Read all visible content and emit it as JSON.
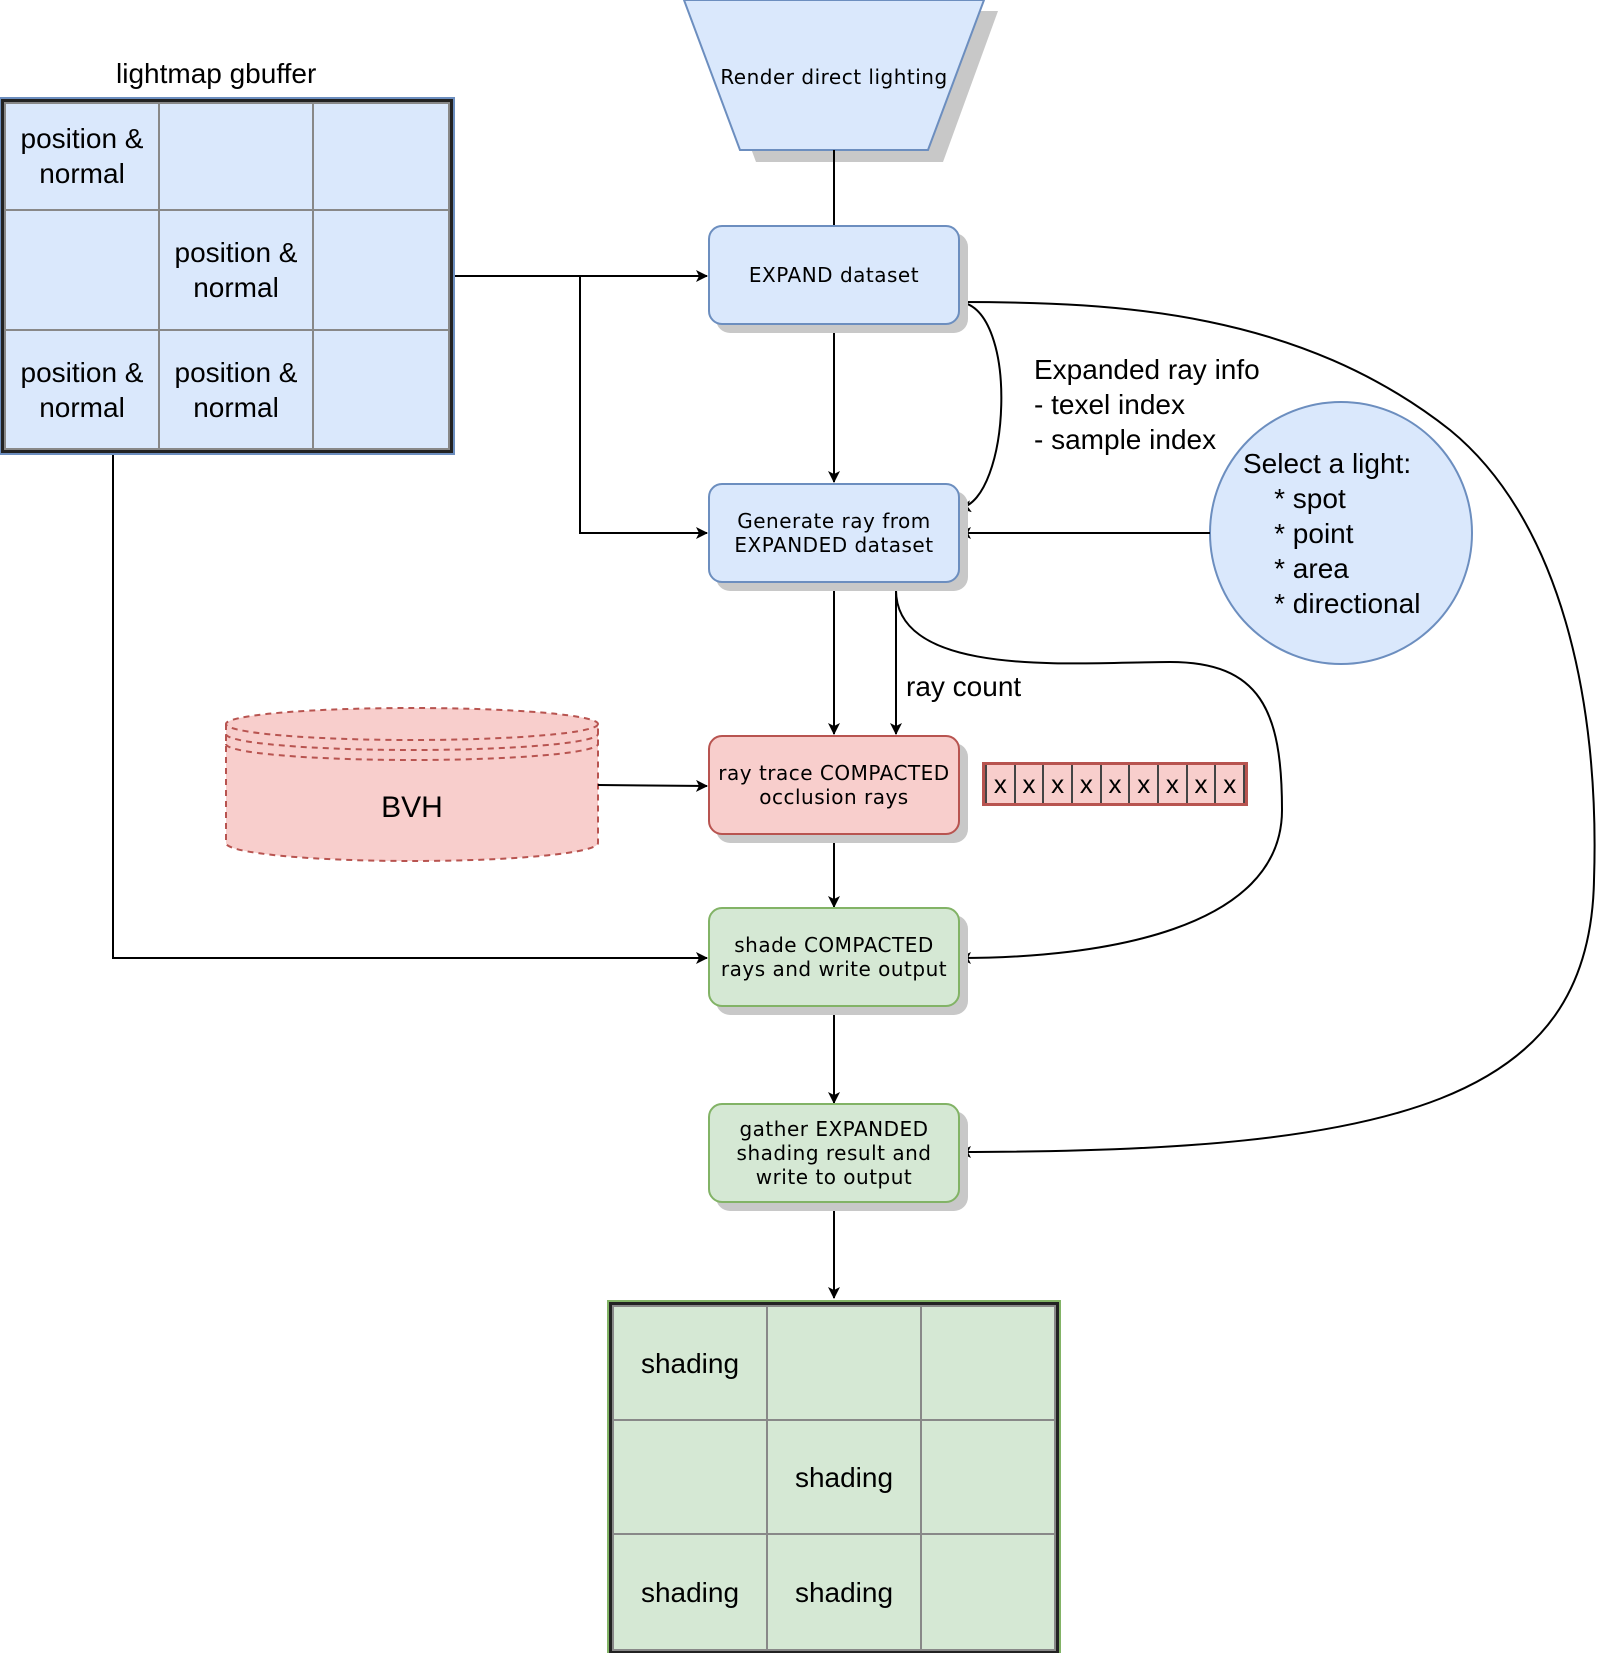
{
  "gbuffer": {
    "title": "lightmap gbuffer",
    "cells": [
      [
        "position &\nnormal",
        "",
        ""
      ],
      [
        "",
        "position &\nnormal",
        ""
      ],
      [
        "position &\nnormal",
        "position &\nnormal",
        ""
      ]
    ]
  },
  "nodes": {
    "render_direct": "Render direct lighting",
    "expand": "EXPAND dataset",
    "generate": "Generate ray from\nEXPANDED dataset",
    "raytrace": "ray trace COMPACTED\nocclusion rays",
    "shade": "shade COMPACTED\nrays and write output",
    "gather": "gather EXPANDED\nshading result and\nwrite to output",
    "bvh": "BVH"
  },
  "annotations": {
    "expanded_info": "Expanded ray info\n- texel index\n- sample index",
    "ray_count": "ray count",
    "select_light": "Select a light:\n    * spot\n    * point\n    * area\n    * directional"
  },
  "compacted_cells": [
    "x",
    "x",
    "x",
    "x",
    "x",
    "x",
    "x",
    "x",
    "x"
  ],
  "output": {
    "cells": [
      [
        "shading",
        "",
        ""
      ],
      [
        "",
        "shading",
        ""
      ],
      [
        "shading",
        "shading",
        ""
      ]
    ]
  },
  "colors": {
    "blue_fill": "#dae8fc",
    "blue_stroke": "#6c8ebf",
    "red_fill": "#f8cecc",
    "red_stroke": "#b85450",
    "green_fill": "#d5e8d4",
    "green_stroke": "#82b366"
  }
}
